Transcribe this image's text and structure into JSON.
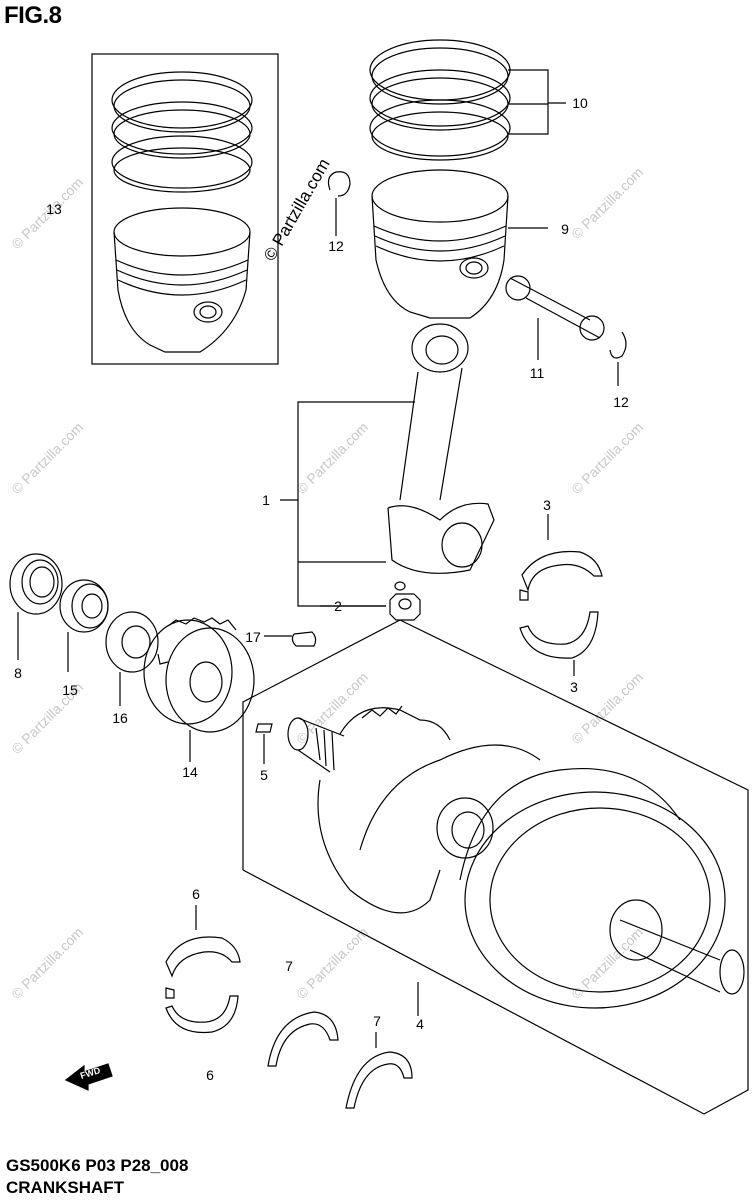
{
  "figure": {
    "label": "FIG.8",
    "code": "GS500K6 P03 P28_008",
    "title": "CRANKSHAFT"
  },
  "watermark": {
    "text": "© Partzilla.com",
    "color": "#c8c8c8"
  },
  "callouts": {
    "c1": "1",
    "c2": "2",
    "c3a": "3",
    "c3b": "3",
    "c4": "4",
    "c5": "5",
    "c6a": "6",
    "c6b": "6",
    "c7a": "7",
    "c7b": "7",
    "c8": "8",
    "c9": "9",
    "c10": "10",
    "c11": "11",
    "c12a": "12",
    "c12b": "12",
    "c13": "13",
    "c14": "14",
    "c15": "15",
    "c16": "16",
    "c17": "17"
  },
  "fwd_label": "FWD",
  "icons": [
    "forward-arrow-icon"
  ]
}
